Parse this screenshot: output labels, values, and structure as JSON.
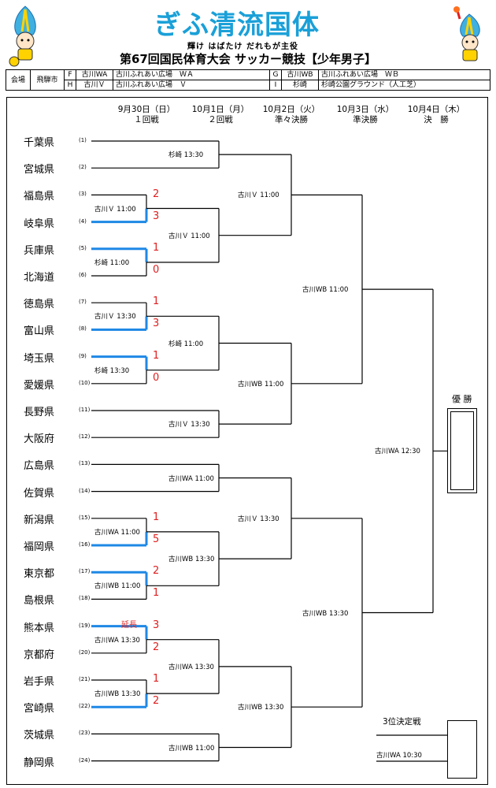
{
  "header": {
    "logo": "ぎふ清流国体",
    "slogan": "輝け はばたけ だれもが主役",
    "title": "第67回国民体育大会 サッカー競技【少年男子】"
  },
  "venue": {
    "label": "会場",
    "city": "飛騨市",
    "rows": [
      [
        "F",
        "古川WA",
        "古川ふれあい広場　ＷＡ",
        "G",
        "古川WB",
        "古川ふれあい広場　ＷＢ"
      ],
      [
        "H",
        "古川Ｖ",
        "古川ふれあい広場　Ｖ",
        "I",
        "杉崎",
        "杉崎公園グラウンド（人工芝）"
      ]
    ]
  },
  "rounds": [
    {
      "date": "9月30日（日）",
      "name": "１回戦"
    },
    {
      "date": "10月1日（月）",
      "name": "２回戦"
    },
    {
      "date": "10月2日（火）",
      "name": "準々決勝"
    },
    {
      "date": "10月3日（水）",
      "name": "準決勝"
    },
    {
      "date": "10月4日（木）",
      "name": "決　勝"
    }
  ],
  "teams": [
    "千葉県",
    "宮城県",
    "福島県",
    "岐阜県",
    "兵庫県",
    "北海道",
    "徳島県",
    "富山県",
    "埼玉県",
    "愛媛県",
    "長野県",
    "大阪府",
    "広島県",
    "佐賀県",
    "新潟県",
    "福岡県",
    "東京都",
    "島根県",
    "熊本県",
    "京都府",
    "岩手県",
    "宮崎県",
    "茨城県",
    "静岡県"
  ],
  "seeds": [
    "(1)",
    "(2)",
    "(3)",
    "(4)",
    "(5)",
    "(6)",
    "(7)",
    "(8)",
    "(9)",
    "(10)",
    "(11)",
    "(12)",
    "(13)",
    "(14)",
    "(15)",
    "(16)",
    "(17)",
    "(18)",
    "(19)",
    "(20)",
    "(21)",
    "(22)",
    "(23)",
    "(24)"
  ],
  "r1_matches": [
    {
      "label": "古川Ｖ 11:00",
      "top": "2",
      "bottom": "3"
    },
    {
      "label": "杉崎 11:00",
      "top": "1",
      "bottom": "0"
    },
    {
      "label": "古川Ｖ 13:30",
      "top": "1",
      "bottom": "3"
    },
    {
      "label": "杉崎 13:30",
      "top": "1",
      "bottom": "0"
    },
    {
      "label": "古川WA 11:00",
      "top": "1",
      "bottom": "5"
    },
    {
      "label": "古川WB 11:00",
      "top": "2",
      "bottom": "1"
    },
    {
      "label": "古川WA 13:30",
      "top": "3",
      "bottom": "2",
      "note": "延長"
    },
    {
      "label": "古川WB 13:30",
      "top": "1",
      "bottom": "2"
    }
  ],
  "r2_matches": [
    "杉崎 13:30",
    "古川Ｖ 11:00",
    "杉崎 11:00",
    "古川Ｖ 13:30",
    "古川WA 11:00",
    "古川WB 13:30",
    "古川WA 13:30",
    "古川WB 11:00"
  ],
  "qf_matches": [
    "古川Ｖ 11:00",
    "古川WB 11:00",
    "古川Ｖ 13:30",
    "古川WB 13:30"
  ],
  "sf_matches": [
    "古川WB 11:00",
    "古川WB 13:30"
  ],
  "final": {
    "label": "古川WA 12:30",
    "champion": "優 勝"
  },
  "third_place": {
    "title": "3位決定戦",
    "label": "古川WA 10:30"
  },
  "colors": {
    "winner_line": "#1e88e5",
    "score": "#e02020",
    "logo": "#1aa0d8"
  }
}
